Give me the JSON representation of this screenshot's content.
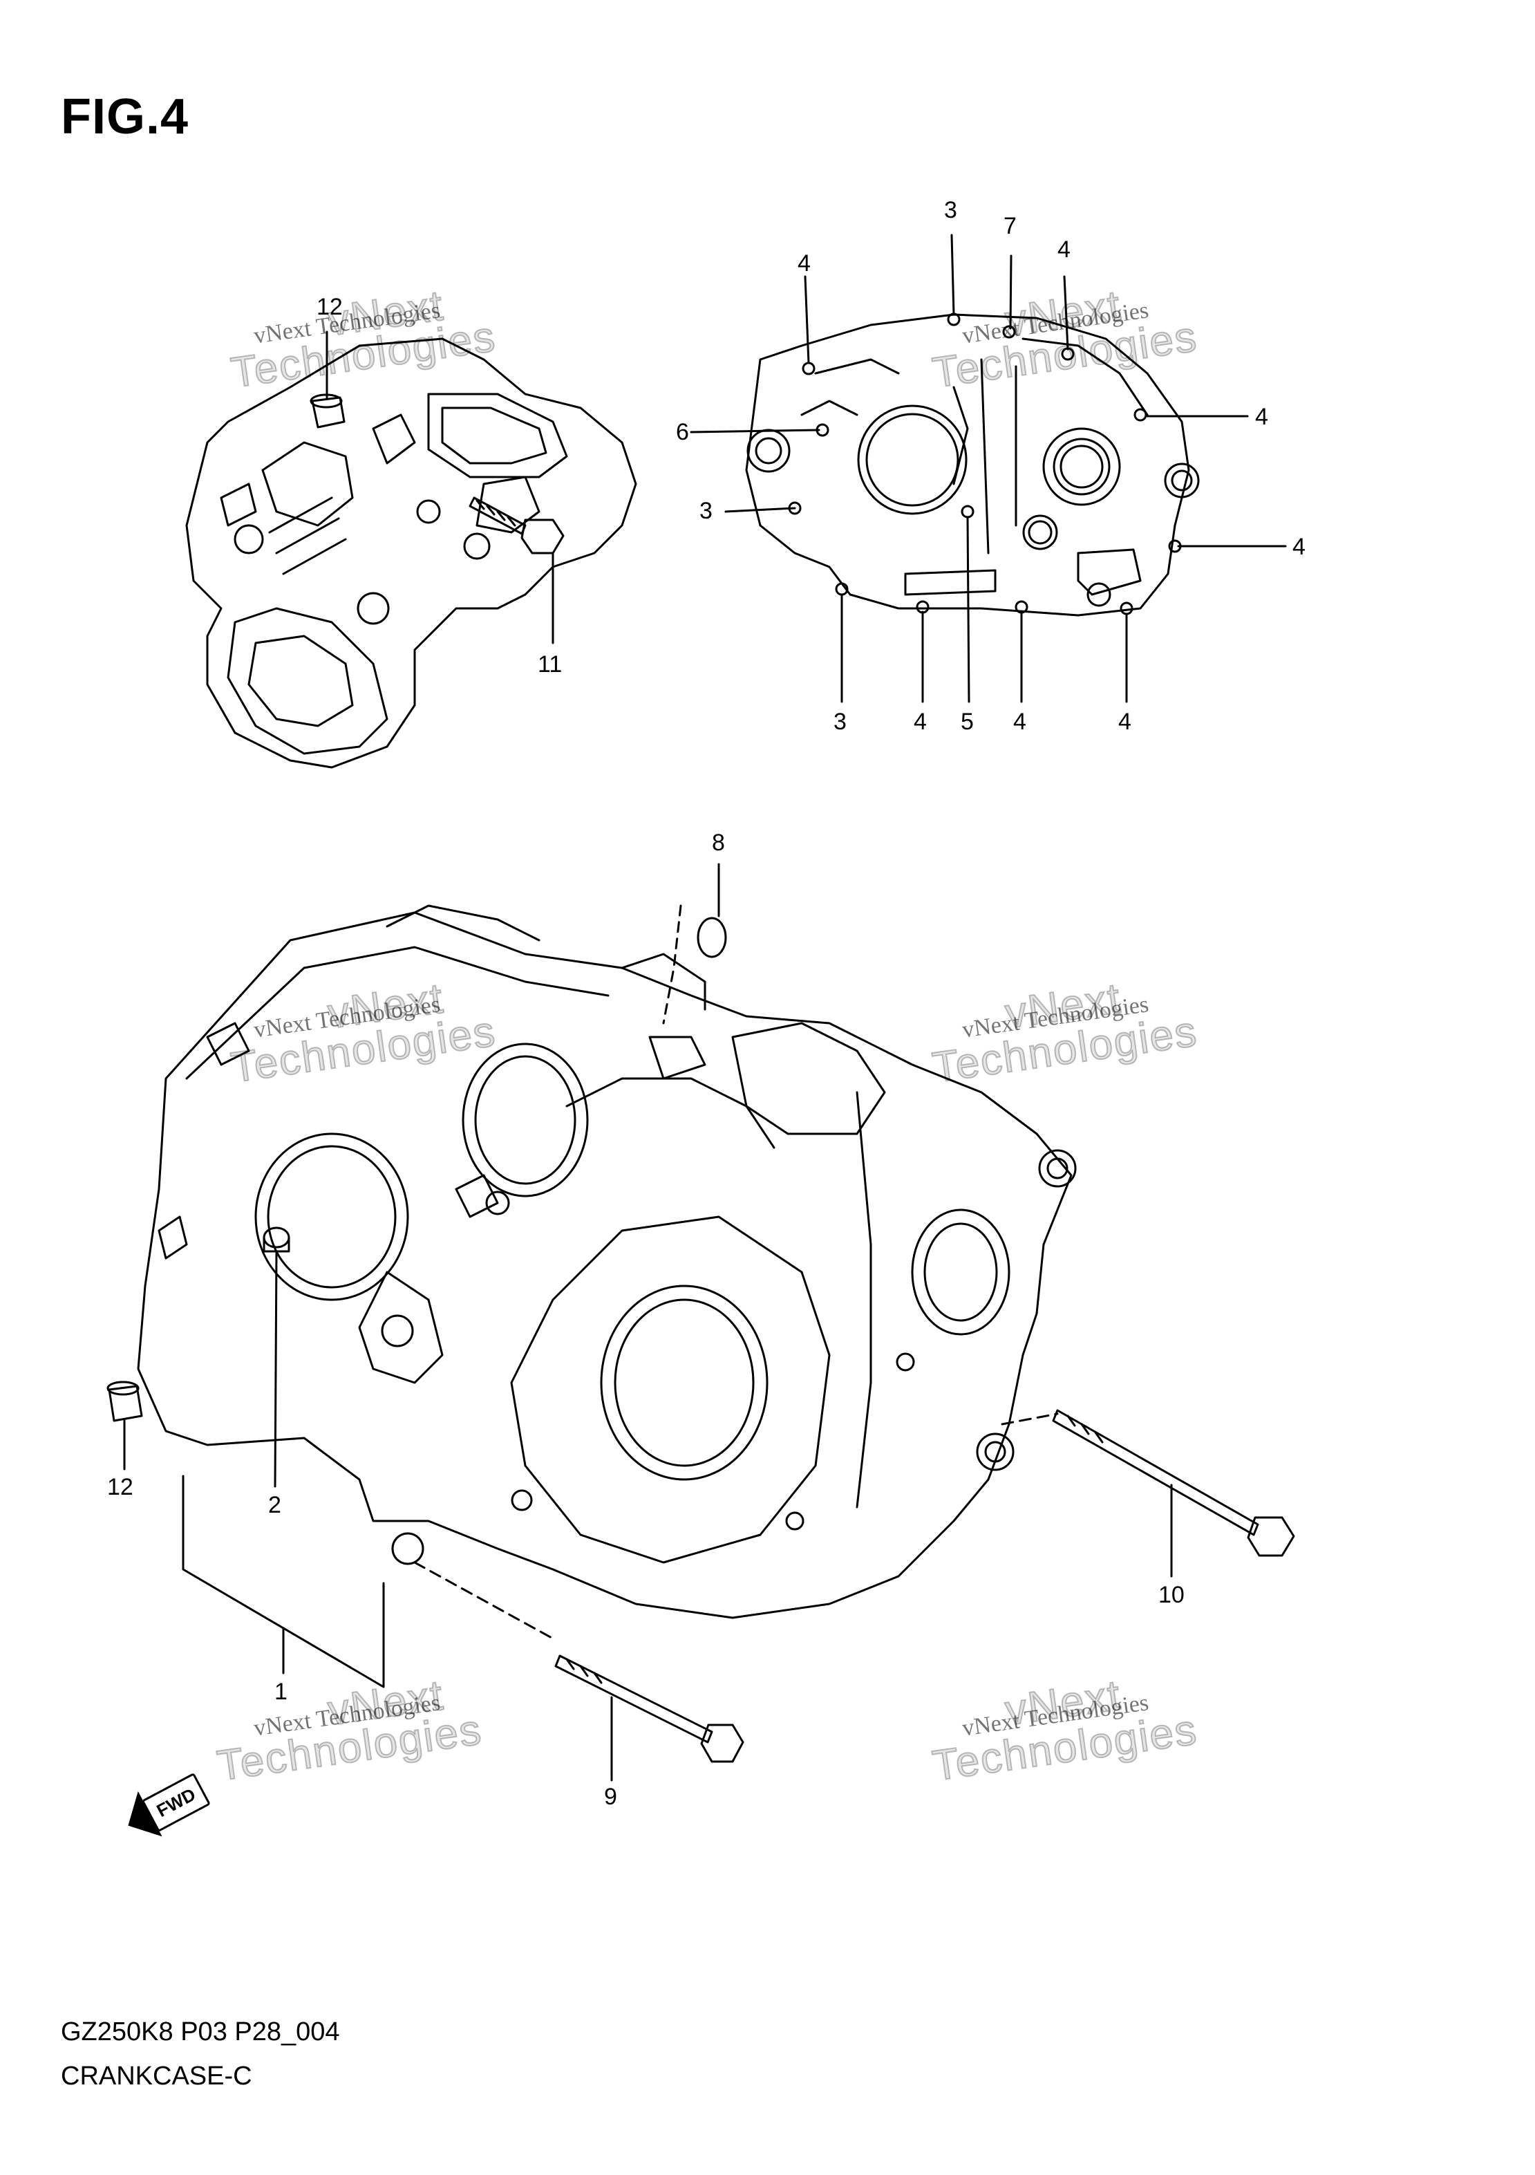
{
  "figure": {
    "title": "FIG.4",
    "code": "GZ250K8 P03 P28_004",
    "name": "CRANKCASE-C"
  },
  "watermark": {
    "line1": "vNext Technologies",
    "line2": "vNext",
    "line3": "Technologies"
  },
  "fwd_label": "FWD",
  "callouts": {
    "c12_top": "12",
    "c11": "11",
    "c3_top": "3",
    "c7": "7",
    "c4_tl": "4",
    "c4_tr": "4",
    "c6": "6",
    "c4_r1": "4",
    "c3_left": "3",
    "c4_r2": "4",
    "c3_bot": "3",
    "c4_b1": "4",
    "c5": "5",
    "c4_b2": "4",
    "c4_b3": "4",
    "c8": "8",
    "c12_bot": "12",
    "c2": "2",
    "c10": "10",
    "c1": "1",
    "c9": "9"
  },
  "colors": {
    "line": "#000000",
    "background": "#ffffff"
  }
}
